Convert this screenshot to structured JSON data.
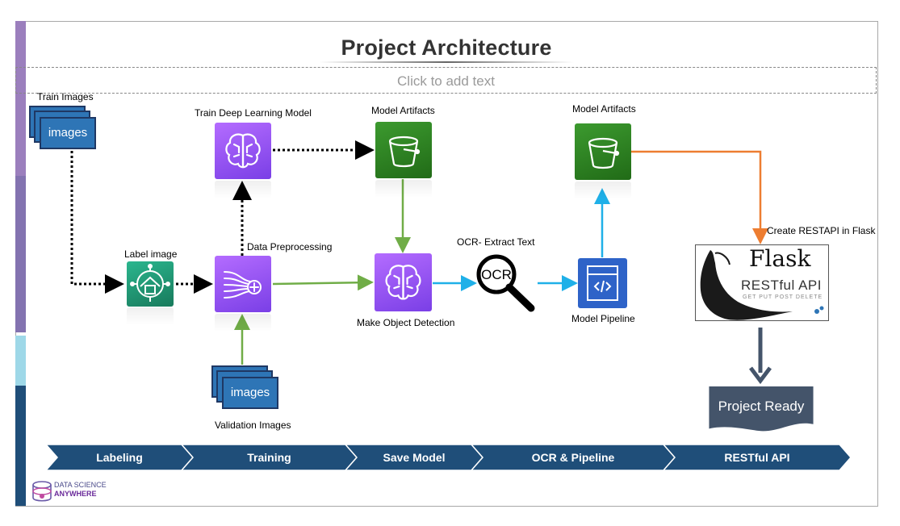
{
  "title": "Project Architecture",
  "placeholder": "Click to add text",
  "labels": {
    "train_images": "Train Images",
    "train_model": "Train Deep Learning Model",
    "model_artifacts_1": "Model Artifacts",
    "model_artifacts_2": "Model Artifacts",
    "label_image": "Label image",
    "data_preprocessing": "Data Preprocessing",
    "ocr_extract": "OCR- Extract Text",
    "create_restapi": "Create RESTAPI in Flask",
    "make_detection": "Make Object Detection",
    "model_pipeline": "Model Pipeline",
    "validation_images": "Validation Images"
  },
  "image_stack_text": "images",
  "ocr_text": "OCR",
  "flask": {
    "name": "Flask",
    "subtitle": "RESTful API",
    "verbs": "GET PUT POST DELETE"
  },
  "project_ready": "Project Ready",
  "stages": [
    "Labeling",
    "Training",
    "Save Model",
    "OCR & Pipeline",
    "RESTful API"
  ],
  "logo": {
    "line1": "DATA SCIENCE",
    "line2": "ANYWHERE"
  },
  "colors": {
    "purple_service": "#8c4fff",
    "green_bucket": "#2e8b24",
    "teal_service": "#1f9e77",
    "stage_bar": "#1f4e79",
    "green_arrow": "#70ad47",
    "blue_arrow": "#1fb0e8",
    "orange_arrow": "#ed7d31",
    "ready_shape": "#44546a"
  },
  "icons": {
    "train_model": "brain-chip-icon",
    "artifacts": "s3-bucket-icon",
    "label_image": "ground-truth-labeling-icon",
    "preprocessing": "data-wrangler-icon",
    "detection": "brain-chip-icon",
    "ocr": "magnifier-ocr-icon",
    "pipeline": "code-pipeline-icon",
    "flask_logo": "flask-horn-icon"
  }
}
